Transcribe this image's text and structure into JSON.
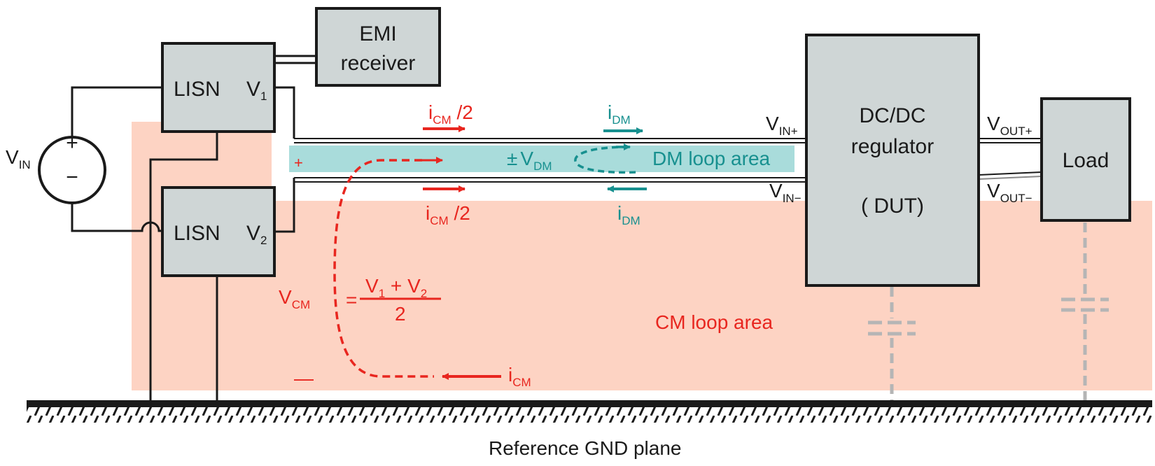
{
  "colors": {
    "red": "#e8261f",
    "teal": "#17908f",
    "teal_band": "#a9dcdb",
    "cm_area": "#fdd3c3",
    "box_fill": "#cfd6d6",
    "wire": "#1a1a1a",
    "cap_gray": "#b5b5b5"
  },
  "blocks": {
    "emi": {
      "line1": "EMI",
      "line2": "receiver"
    },
    "lisn1": {
      "name": "LISN",
      "port_main": "V",
      "port_sub": "1"
    },
    "lisn2": {
      "name": "LISN",
      "port_main": "V",
      "port_sub": "2"
    },
    "dut": {
      "line1": "DC/DC",
      "line2": "regulator",
      "line3": "( DUT)"
    },
    "load": {
      "name": "Load"
    }
  },
  "source": {
    "main": "V",
    "sub": "IN",
    "plus": "+",
    "minus": "−"
  },
  "labels": {
    "vin_plus": {
      "main": "V",
      "sub": "IN+"
    },
    "vin_minus": {
      "main": "V",
      "sub": "IN−"
    },
    "vout_plus": {
      "main": "V",
      "sub": "OUT+"
    },
    "vout_minus": {
      "main": "V",
      "sub": "OUT−"
    },
    "icm_half_top": {
      "main": "i",
      "sub": "CM",
      "suffix": " /2"
    },
    "icm_half_bottom": {
      "main": "i",
      "sub": "CM",
      "suffix": " /2"
    },
    "idm_top": {
      "main": "i",
      "sub": "DM"
    },
    "idm_bottom": {
      "main": "i",
      "sub": "DM"
    },
    "vdm": {
      "pm": "±",
      "main": "V",
      "sub": "DM"
    },
    "dm_loop": "DM loop area",
    "cm_loop": "CM loop area",
    "cm_plus": "+",
    "cm_minus": "—",
    "icm_bottom": {
      "main": "i",
      "sub": "CM"
    },
    "vcm": {
      "main": "V",
      "sub": "CM",
      "eq": "=",
      "num_a": "V",
      "num_a_sub": "1",
      "num_plus": " + ",
      "num_b": "V",
      "num_b_sub": "2",
      "den": "2"
    },
    "gnd": "Reference GND plane"
  }
}
